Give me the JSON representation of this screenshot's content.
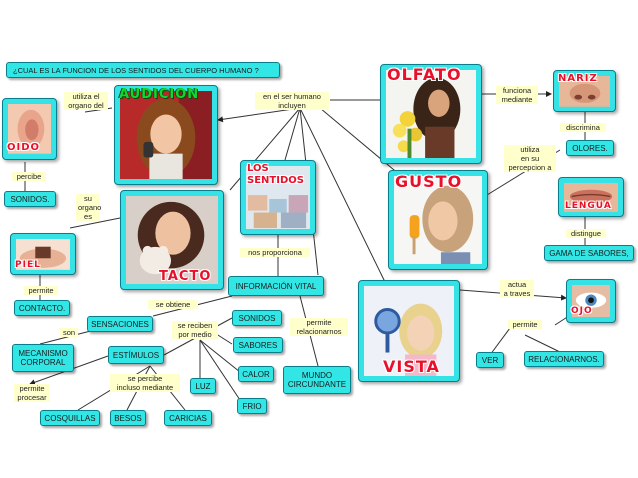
{
  "header": {
    "question": "¿CUAL ES LA FUNCION DE LOS SENTIDOS DEL CUERPO HUMANO ?"
  },
  "images": {
    "audicion": "AUDICION",
    "oido": "OIDO",
    "olfato": "OLFATO",
    "nariz": "NARIZ",
    "gusto": "GUSTO",
    "lengua": "LENGUA",
    "tacto": "TACTO",
    "piel": "PIEL",
    "vista": "VISTA",
    "ojo": "OJO",
    "sentidos": "LOS SENTIDOS"
  },
  "nodes": {
    "sonidos_top": "SONIDOS.",
    "contacto": "CONTACTO.",
    "olores": "OLORES.",
    "gama": "GAMA DE SABORES,",
    "informacion": "INFORMACIÓN VITAL",
    "sensaciones": "SENSACIONES",
    "mecanismo": "MECANISMO CORPORAL",
    "estimulos": "ESTÍMULOS",
    "sonidos": "SONIDOS",
    "sabores": "SABORES",
    "calor": "CALOR",
    "frio": "FRIO",
    "luz": "LUZ",
    "mundo": "MUNDO CIRCUNDANTE",
    "cosquillas": "COSQUILLAS",
    "besos": "BESOS",
    "caricias": "CARICIAS",
    "ver": "VER",
    "relacionarnos": "RELACIONARNOS."
  },
  "labels": {
    "utiliza_organo": "utiliza el\norgano del",
    "en_el_ser": "en el ser humano\nincluyen",
    "funciona": "funciona\nmediante",
    "discrimina": "discrimina",
    "percibe": "percibe",
    "su_organo": "su\norgano\nes",
    "utiliza_percepcion": "utiliza\nen su\npercepcion a",
    "distingue": "distingue",
    "nos_proporciona": "nos proporciona",
    "permite_piel": "permite",
    "se_obtiene": "se obtiene",
    "son": "son",
    "se_reciben": "se reciben\npor medio",
    "permite_relacionarnos": "permite\nrelacionarnos",
    "actua": "actua\na traves",
    "permite_ojo": "permite",
    "permite_procesar": "permite\nprocesar",
    "se_percibe": "se percibe\nincluso mediante"
  },
  "colors": {
    "node_fill": "#33e6e6",
    "label_fill": "#ffffcc",
    "title_red": "#e8102a",
    "title_green": "#11d82e"
  }
}
